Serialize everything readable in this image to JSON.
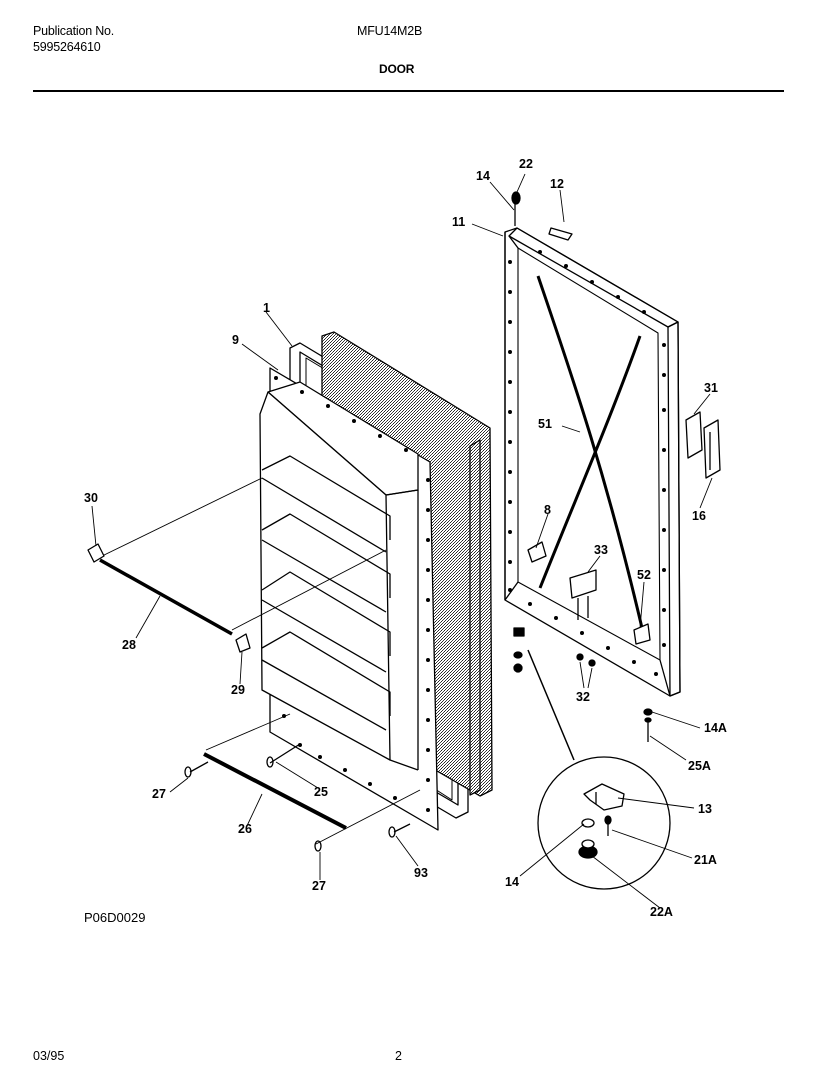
{
  "header": {
    "publication_label": "Publication No.",
    "publication_number": "5995264610",
    "model": "MFU14M2B",
    "section": "DOOR"
  },
  "callouts": {
    "c1": "1",
    "c9": "9",
    "c11": "11",
    "c12": "12",
    "c14": "14",
    "c22": "22",
    "c31": "31",
    "c16": "16",
    "c51": "51",
    "c8": "8",
    "c33": "33",
    "c52": "52",
    "c30": "30",
    "c28": "28",
    "c29": "29",
    "c32": "32",
    "c14A": "14A",
    "c25A": "25A",
    "c27a": "27",
    "c25": "25",
    "c26": "26",
    "c27b": "27",
    "c93": "93",
    "c13": "13",
    "c14b": "14",
    "c21A": "21A",
    "c22A": "22A"
  },
  "figure_code": "P06D0029",
  "footer": {
    "date": "03/95",
    "page": "2"
  }
}
